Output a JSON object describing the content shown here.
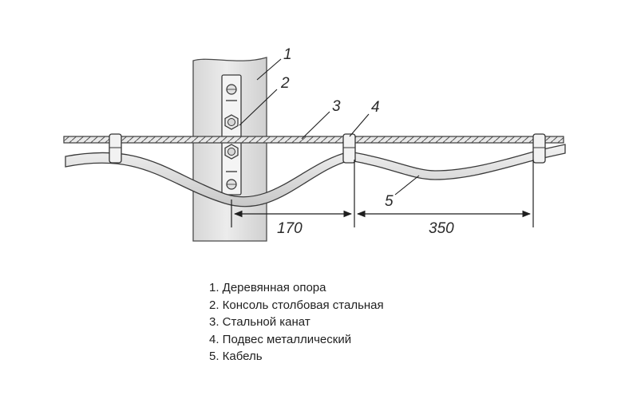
{
  "callouts": [
    "1",
    "2",
    "3",
    "4",
    "5"
  ],
  "dimensions": [
    "170",
    "350"
  ],
  "legend": [
    "1. Деревянная опора",
    "2. Консоль столбовая стальная",
    "3. Стальной канат",
    "4. Подвес металлический",
    "5. Кабель"
  ],
  "colors": {
    "pole_fill": "#e6e6e6",
    "line": "#3a3a3a",
    "cable_fill": "#dcdcdc",
    "text": "#1f1f1f"
  }
}
